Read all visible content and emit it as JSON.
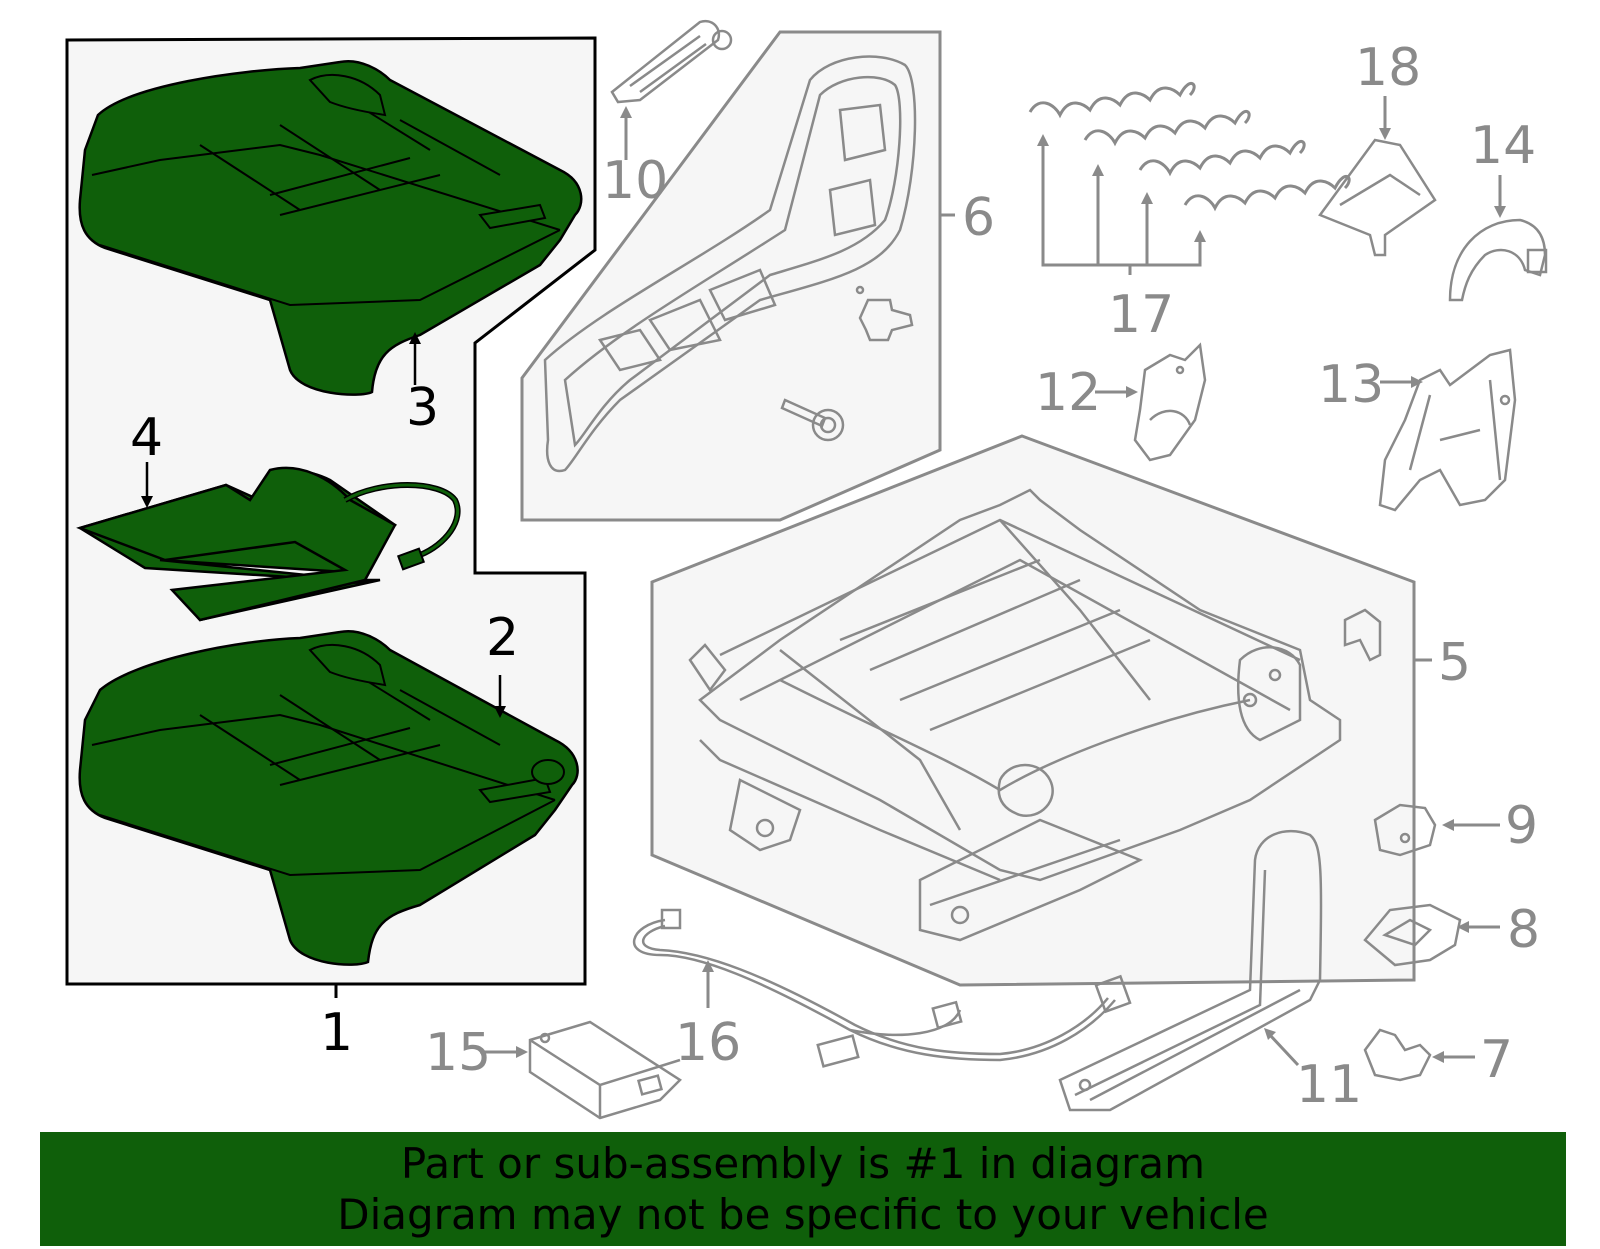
{
  "callouts": {
    "c1": "1",
    "c2": "2",
    "c3": "3",
    "c4": "4",
    "c5": "5",
    "c6": "6",
    "c7": "7",
    "c8": "8",
    "c9": "9",
    "c10": "10",
    "c11": "11",
    "c12": "12",
    "c13": "13",
    "c14": "14",
    "c15": "15",
    "c16": "16",
    "c17": "17",
    "c18": "18"
  },
  "banner": {
    "line1": "Part or sub-assembly is #1 in diagram",
    "line2": "Diagram may not be specific to your vehicle"
  },
  "colors": {
    "highlight_green": "#0f5f0a",
    "part_grey": "#8a8a8a",
    "box_fill": "#f6f6f6",
    "outline_black": "#000000"
  }
}
